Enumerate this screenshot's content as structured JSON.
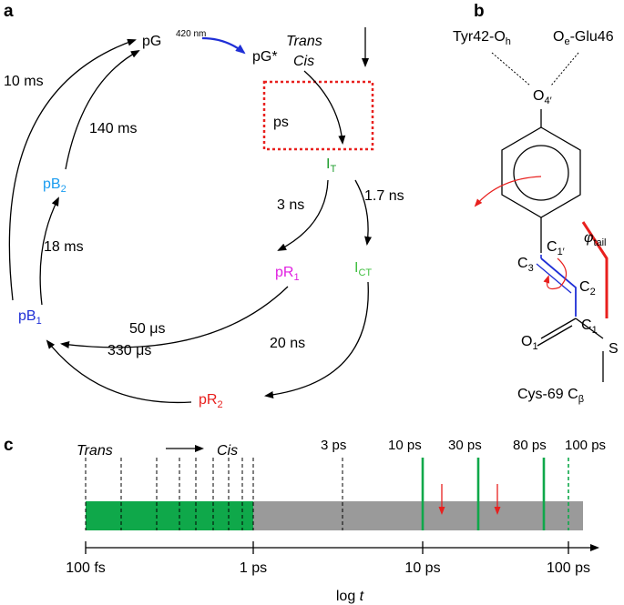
{
  "panels": {
    "a": "a",
    "b": "b",
    "c": "c"
  },
  "colors": {
    "pB1": "#1f2fd6",
    "pB2": "#1a9cf0",
    "IT": "#1f9e2e",
    "ICT": "#3fbf3f",
    "pR1": "#e020e0",
    "pR2": "#e8201e",
    "green_bar": "#0fa84a",
    "grey_bar": "#9a9a9a",
    "red": "#e8201e",
    "blue": "#1f2fd6"
  },
  "cycle": {
    "pG": "pG",
    "pG_wavelength": "420 nm",
    "pG_star": "pG*",
    "trans": "Trans",
    "cis": "Cis",
    "ps": "ps",
    "IT": {
      "base": "I",
      "sub": "T"
    },
    "ICT": {
      "base": "I",
      "sub": "CT"
    },
    "pR1": {
      "base": "pR",
      "sub": "1"
    },
    "pR2": {
      "base": "pR",
      "sub": "2"
    },
    "pB1": {
      "base": "pB",
      "sub": "1"
    },
    "pB2": {
      "base": "pB",
      "sub": "2"
    },
    "t_10ms": "10 ms",
    "t_140ms": "140 ms",
    "t_18ms": "18 ms",
    "t_3ns": "3 ns",
    "t_1_7ns": "1.7 ns",
    "t_50us": "50 μs",
    "t_20ns": "20 ns",
    "t_330us": "330 μs"
  },
  "structure": {
    "tyr": {
      "base": "Tyr42-O",
      "sub": "h"
    },
    "glu": {
      "base": "O",
      "sub": "e",
      "rest": "-Glu46"
    },
    "o4": {
      "base": "O",
      "sub": "4′"
    },
    "c1p": {
      "base": "C",
      "sub": "1′"
    },
    "c3": {
      "base": "C",
      "sub": "3"
    },
    "c2": {
      "base": "C",
      "sub": "2"
    },
    "c1": {
      "base": "C",
      "sub": "1"
    },
    "o1": {
      "base": "O",
      "sub": "1"
    },
    "s": "S",
    "cys": {
      "base": "Cys-69 C",
      "sub": "β"
    },
    "phi": {
      "base": "φ",
      "sub": "tail"
    }
  },
  "timeline": {
    "trans": "Trans",
    "cis": "Cis",
    "top_labels": [
      "3 ps",
      "10 ps",
      "30 ps",
      "80 ps",
      "100 ps"
    ],
    "axis_ticks": [
      "100 fs",
      "1 ps",
      "10 ps",
      "100 ps"
    ],
    "axis_label": {
      "base": "log ",
      "var": "t"
    }
  }
}
